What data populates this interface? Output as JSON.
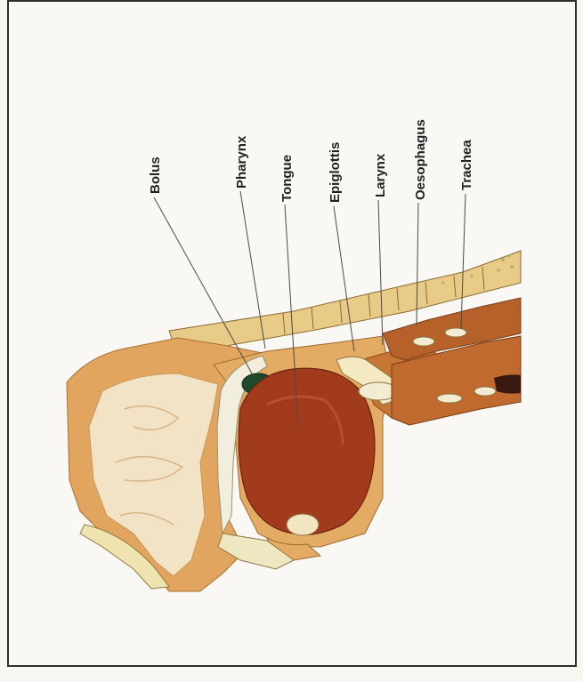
{
  "labels": {
    "bolus": "Bolus",
    "pharynx": "Pharynx",
    "tongue": "Tongue",
    "epiglottis": "Epiglottis",
    "larynx": "Larynx",
    "oesophagus": "Oesophagus",
    "trachea": "Trachea"
  },
  "colors": {
    "tissue_light": "#e9b879",
    "tissue_mid": "#d79a55",
    "tongue": "#a33a1c",
    "tongue_dark": "#7c2a14",
    "oesophagus": "#b6612a",
    "cartilage": "#f1e8b8",
    "bolus": "#1f4a2c",
    "cavity": "#f5ead8"
  }
}
